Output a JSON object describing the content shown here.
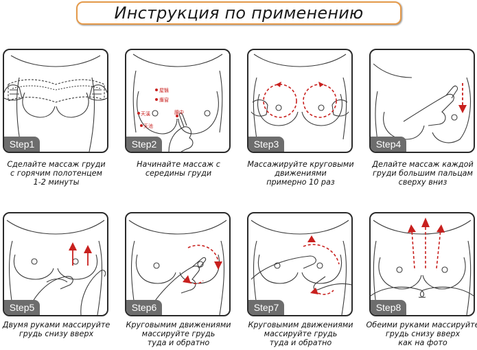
{
  "title": "Инструкция по применению",
  "steps": [
    {
      "badge": "Step1",
      "caption": "Сделайте массаж груди\nс горячим полотенцем\n1-2 минуты"
    },
    {
      "badge": "Step2",
      "caption": "Начинайте массаж с\nсередины груди"
    },
    {
      "badge": "Step3",
      "caption": "Массажируйте круговыми\nдвижениями\nпримерно 10 раз"
    },
    {
      "badge": "Step4",
      "caption": "Делайте массаж каждой\nгруди большим пальцам\nсверху вниз"
    },
    {
      "badge": "Step5",
      "caption": "Двумя руками массируйте\nгрудь снизу вверх"
    },
    {
      "badge": "Step6",
      "caption": "Круговымим движениями\nмассируйте грудь\nтуда и обратно"
    },
    {
      "badge": "Step7",
      "caption": "Круговымим движениями\nмассируйте грудь\nтуда и обратно"
    },
    {
      "badge": "Step8",
      "caption": "Обеими руками массируйте\nгрудь снизу вверх\nкак на фото"
    }
  ],
  "acupoints": {
    "p1": "屋翳",
    "p2": "膺窗",
    "p3": "天溪",
    "p4": "膻中",
    "p5": "天池"
  },
  "colors": {
    "title_border": "#e59a4a",
    "badge_bg": "#6d6d6d",
    "arrow_red": "#c8201e",
    "line": "#3a3a3a"
  }
}
